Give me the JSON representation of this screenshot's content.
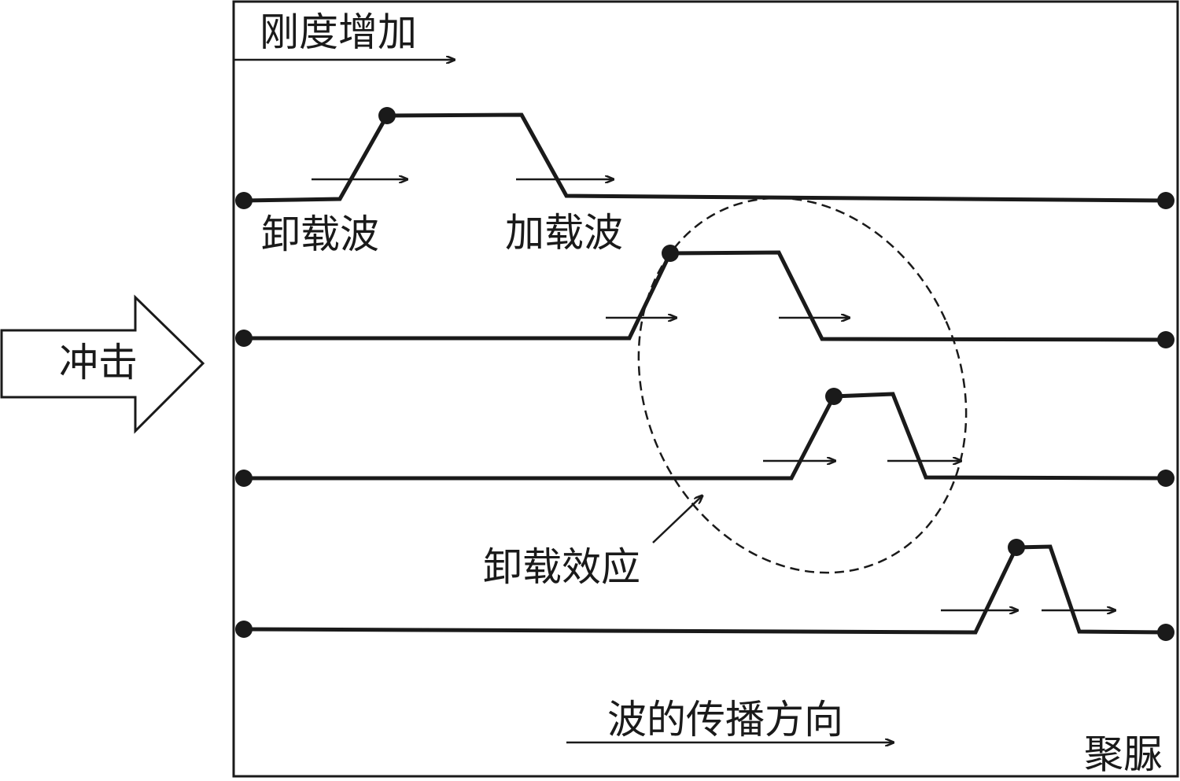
{
  "labels": {
    "stiffness_increase": "刚度增加",
    "unloading_wave": "卸载波",
    "loading_wave": "加载波",
    "impact": "冲击",
    "unloading_effect": "卸载效应",
    "propagation_direction": "波的传播方向",
    "polyurea": "聚脲"
  },
  "colors": {
    "line": "#1a1a1a",
    "background": "#ffffff"
  }
}
